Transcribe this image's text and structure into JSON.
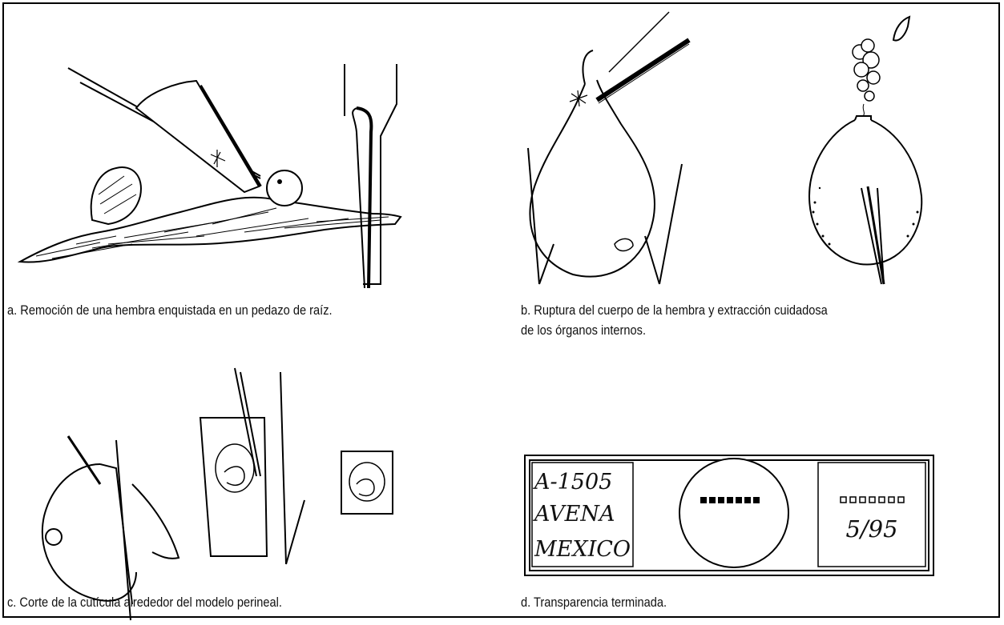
{
  "panels": [
    {
      "id": "a",
      "caption": "a. Remoción de una hembra enquistada en un pedazo de raíz."
    },
    {
      "id": "b",
      "caption_line1": "b. Ruptura del cuerpo de la hembra y extracción cuidadosa",
      "caption_line2": "de los órganos internos."
    },
    {
      "id": "c",
      "caption": "c. Corte de la cutícula alrededor del modelo perineal."
    },
    {
      "id": "d",
      "caption": "d. Transparencia terminada."
    }
  ],
  "slide": {
    "label_lines": [
      "A-1505",
      "AVENA",
      "MEXICO"
    ],
    "date": "5/95"
  }
}
